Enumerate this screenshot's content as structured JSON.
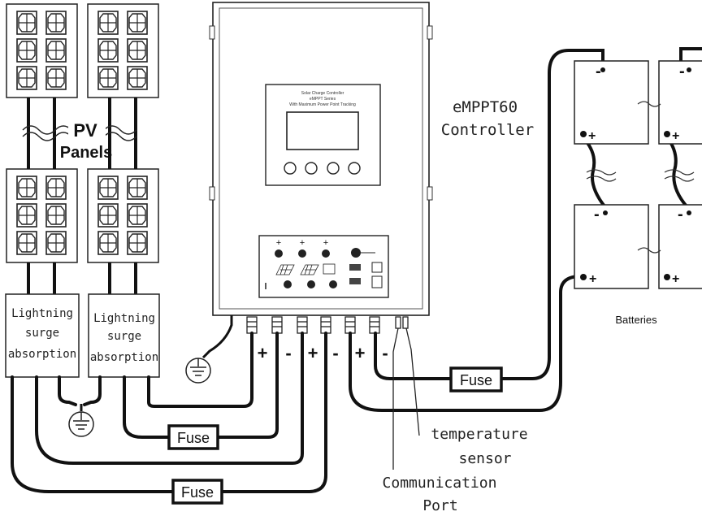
{
  "labels": {
    "pv_line1": "PV",
    "pv_line2": "Panels",
    "controller_line1": "eMPPT60",
    "controller_line2": "Controller",
    "surge_left": [
      "Lightning",
      "surge",
      "absorption"
    ],
    "surge_right": [
      "Lightning",
      "surge",
      "absorption"
    ],
    "batteries": "Batteries",
    "temp_sensor_line1": "temperature",
    "temp_sensor_line2": "sensor",
    "comm_port_line1": "Communication",
    "comm_port_line2": "Port",
    "fuse_battery": "Fuse",
    "fuse_pv1": "Fuse",
    "fuse_pv2": "Fuse"
  },
  "device_screen_text": {
    "line1": "Solar Charge Controller",
    "line2": "eMPPT Series",
    "line3": "With Maximum Power Point Tracking"
  },
  "terminal_polarity": [
    "+",
    "-",
    "+",
    "-",
    "+",
    "-"
  ],
  "battery_polarity": {
    "top_terminal": "-",
    "bottom_terminal": "+"
  },
  "panel_module_icon": "pv-cell-icon",
  "ground_icon": "ground-icon",
  "colors": {
    "line": "#111111",
    "outline": "#333333",
    "background": "#ffffff"
  }
}
